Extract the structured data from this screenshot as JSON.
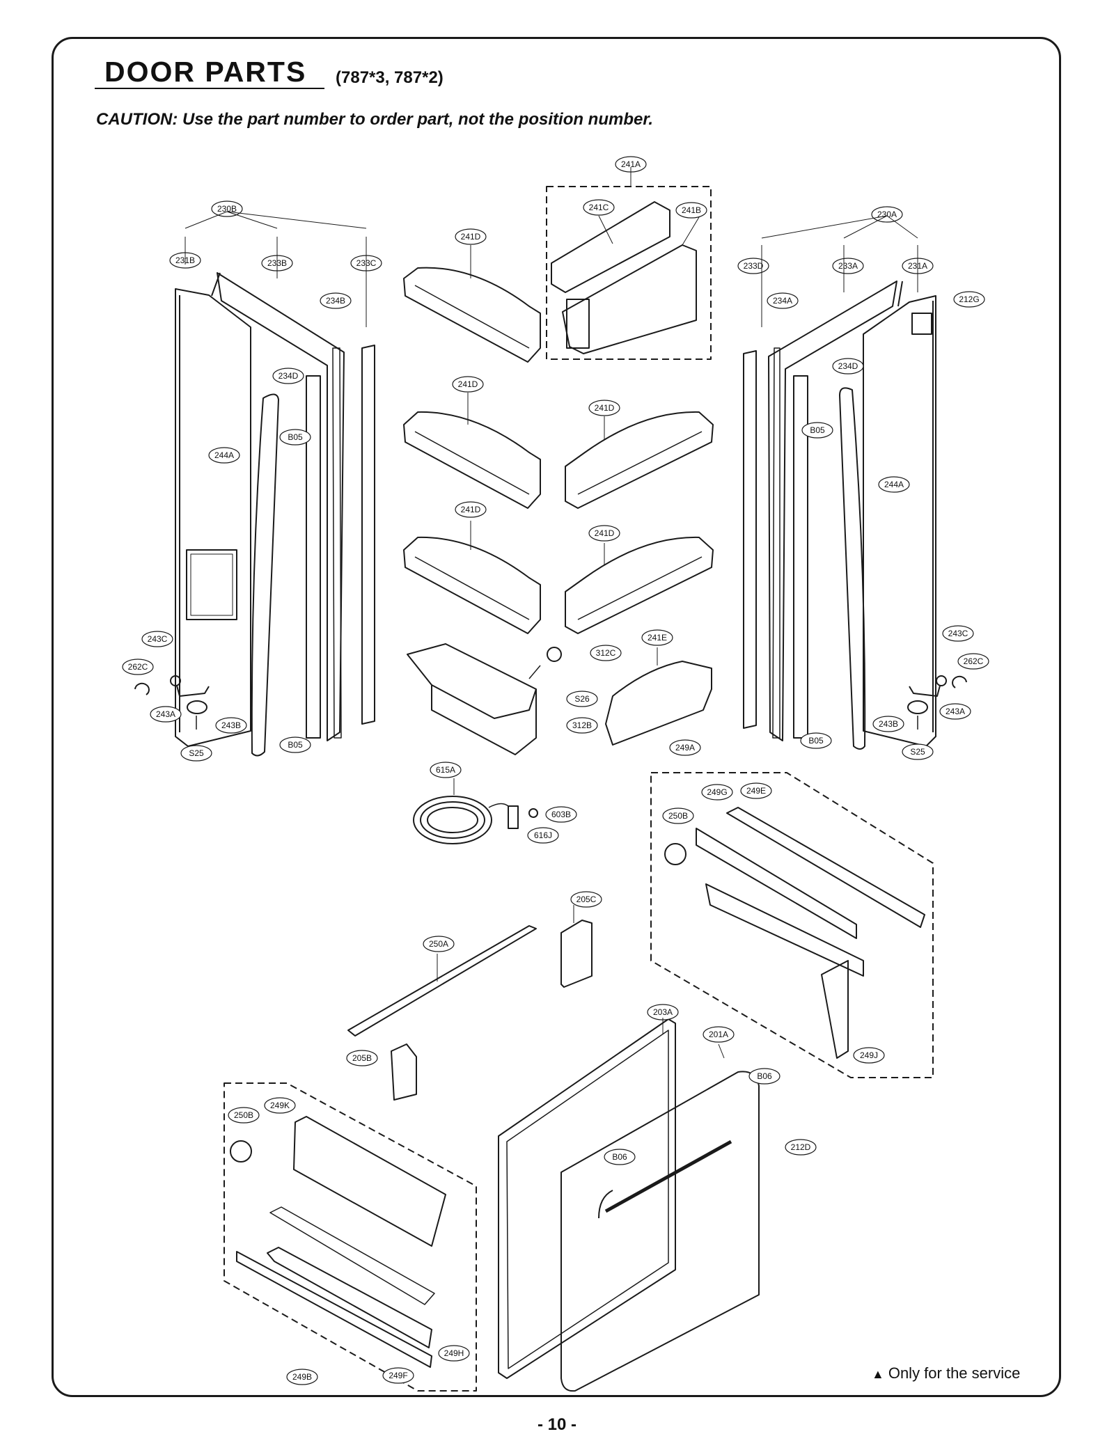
{
  "header": {
    "title": "DOOR PARTS",
    "models": "(787*3, 787*2)",
    "caution": "CAUTION: Use the part number to order part, not the position number."
  },
  "callouts": {
    "241A": "241A",
    "241C": "241C",
    "241B": "241B",
    "241D": "241D",
    "241E": "241E",
    "230B": "230B",
    "231B": "231B",
    "233B": "233B",
    "233C": "233C",
    "234B": "234B",
    "234D": "234D",
    "B05": "B05",
    "244A": "244A",
    "243C": "243C",
    "262C": "262C",
    "243A": "243A",
    "243B": "243B",
    "S25": "S25",
    "230A": "230A",
    "233D": "233D",
    "233A": "233A",
    "231A": "231A",
    "212G": "212G",
    "234A": "234A",
    "312C": "312C",
    "S26": "S26",
    "312B": "312B",
    "615A": "615A",
    "603B": "603B",
    "616J": "616J",
    "249A": "249A",
    "249G": "249G",
    "249E": "249E",
    "250B": "250B",
    "249J": "249J",
    "205C": "205C",
    "250A": "250A",
    "205B": "205B",
    "203A": "203A",
    "201A": "201A",
    "B06": "B06",
    "212D": "212D",
    "249K": "249K",
    "249H": "249H",
    "249B": "249B",
    "249F": "249F"
  },
  "footer": {
    "service_note": "Only for the service",
    "page_number": "- 10 -"
  },
  "icons": {
    "service_marker": "triangle-icon"
  }
}
